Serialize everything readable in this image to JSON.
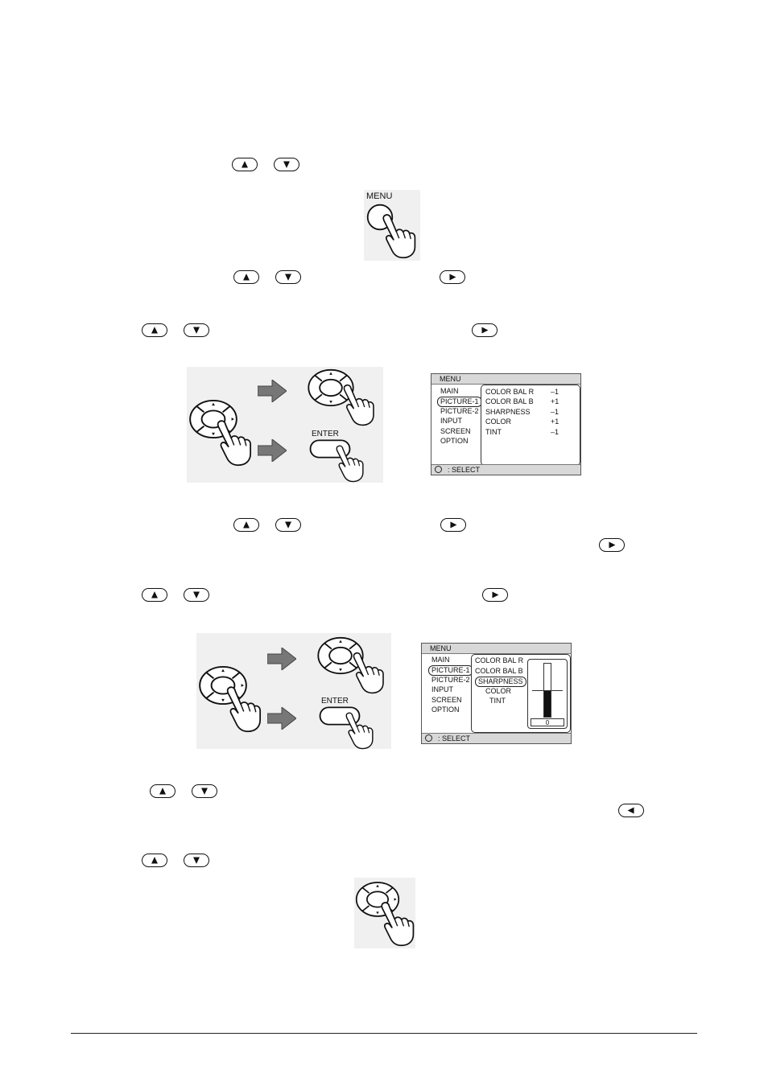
{
  "illustrations": {
    "menu_button_label": "MENU",
    "enter_label_1": "ENTER",
    "enter_label_2": "ENTER"
  },
  "osd1": {
    "title": "MENU",
    "left_items": [
      "MAIN",
      "PICTURE-1",
      "PICTURE-2",
      "INPUT",
      "SCREEN",
      "OPTION"
    ],
    "selected_index": 1,
    "sub_items": [
      {
        "label": "COLOR BAL R",
        "value": "–1"
      },
      {
        "label": "COLOR BAL B",
        "value": "+1"
      },
      {
        "label": "SHARPNESS",
        "value": "–1"
      },
      {
        "label": "COLOR",
        "value": "+1"
      },
      {
        "label": "TINT",
        "value": "–1"
      }
    ],
    "footer": ": SELECT"
  },
  "osd2": {
    "title": "MENU",
    "left_items": [
      "MAIN",
      "PICTURE-1",
      "PICTURE-2",
      "INPUT",
      "SCREEN",
      "OPTION"
    ],
    "selected_index": 1,
    "sub_items": [
      "COLOR BAL R",
      "COLOR BAL B",
      "SHARPNESS",
      "COLOR",
      "TINT"
    ],
    "sub_selected_index": 2,
    "slider_value": "0",
    "slider_level": 0.5,
    "footer": ": SELECT"
  },
  "icons": {
    "up": "up-arrow-key-icon",
    "down": "down-arrow-key-icon",
    "right": "right-arrow-key-icon",
    "left": "left-arrow-key-icon",
    "hand": "pointing-hand-icon",
    "arrow": "gray-arrow-icon"
  },
  "colors": {
    "ink": "#111111",
    "figure_bg": "#f0f0f0",
    "arrow_gray": "#777777"
  }
}
